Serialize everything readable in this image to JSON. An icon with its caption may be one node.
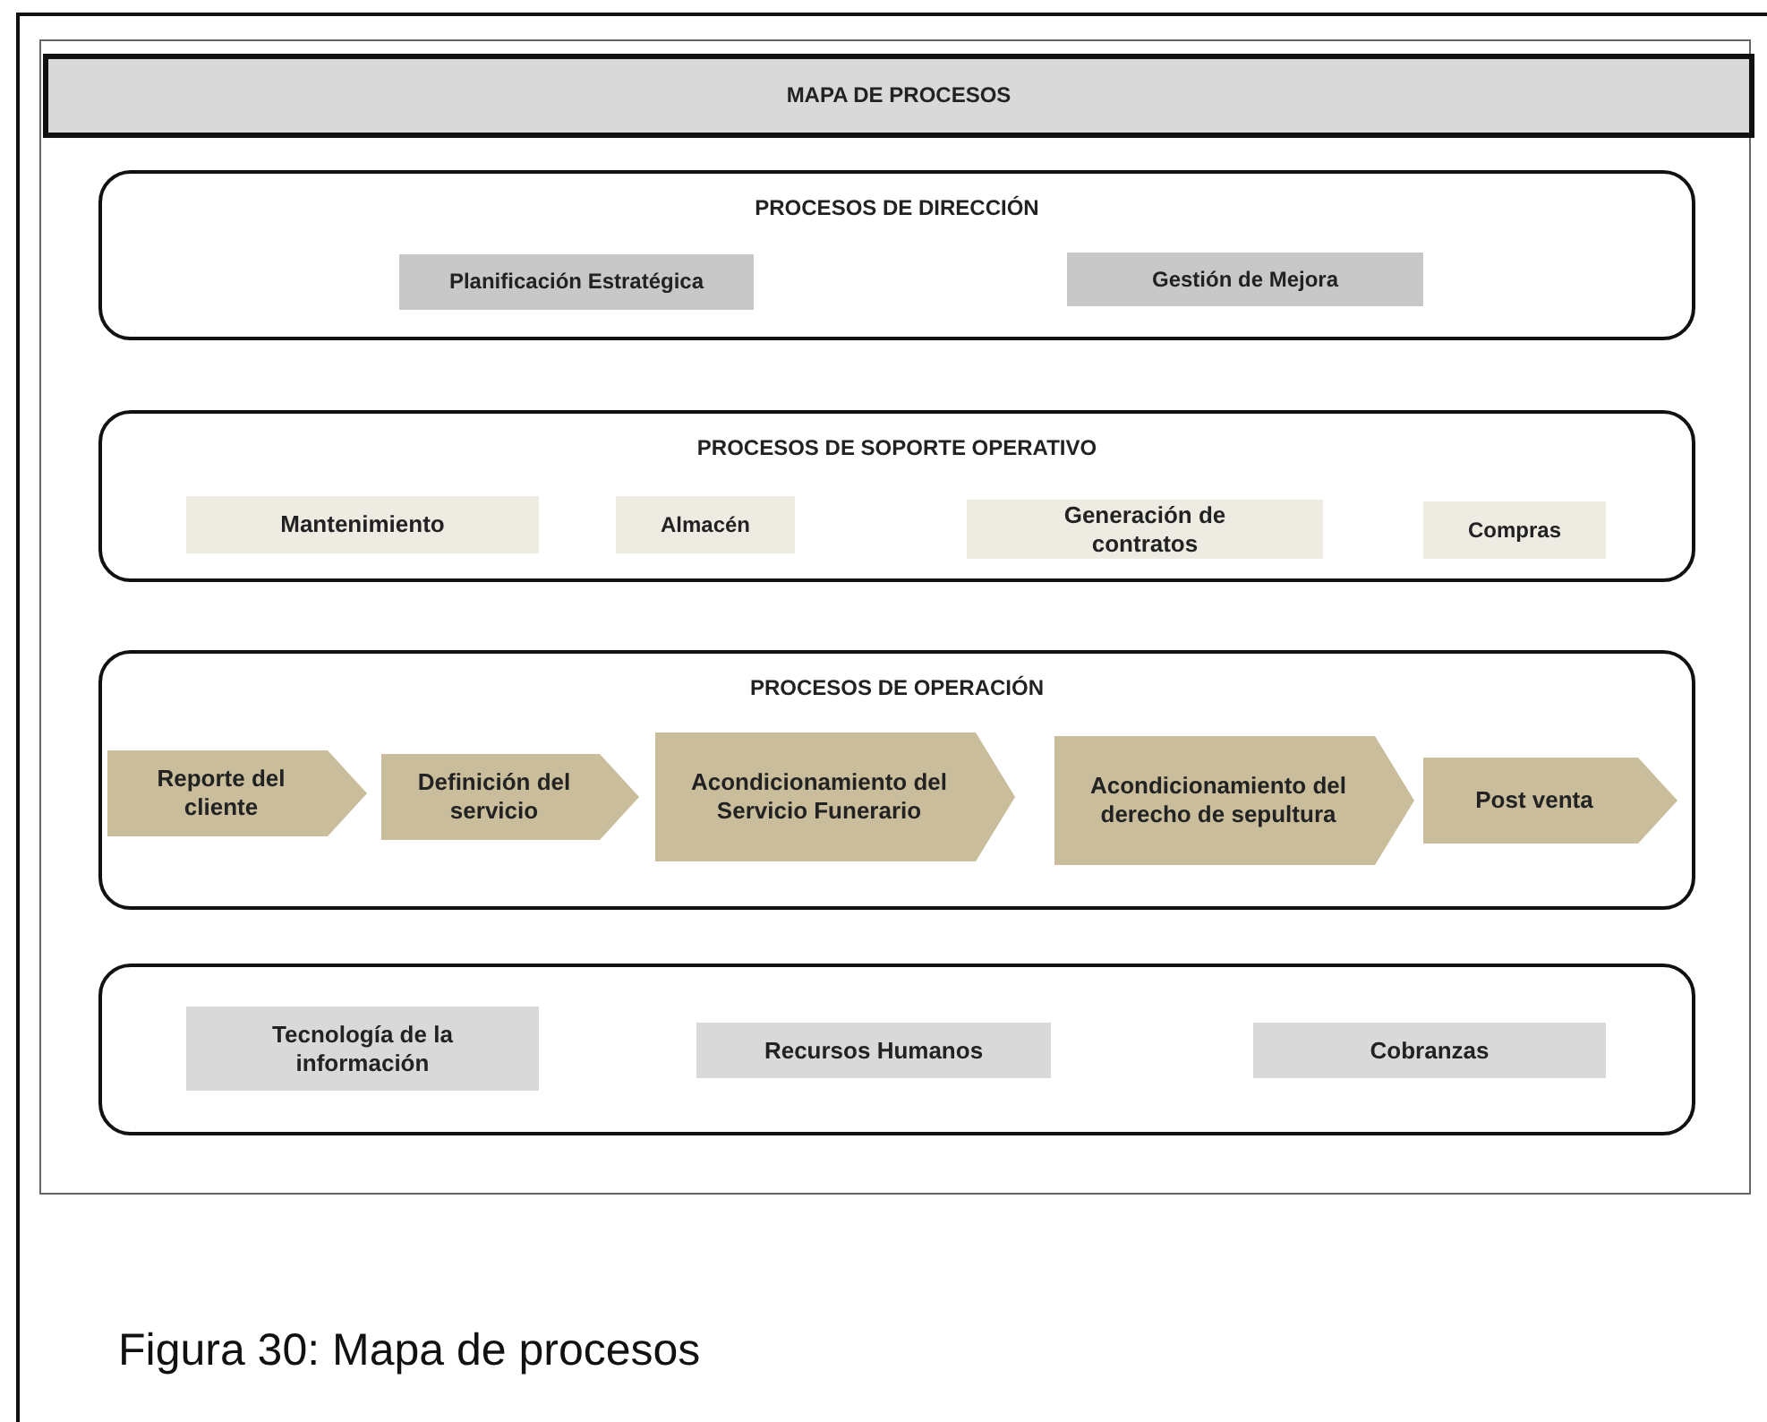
{
  "diagram": {
    "caption": "Figura 30: Mapa de procesos",
    "nodes": [
      {
        "text": [
          "MAPA DE PROCESOS"
        ]
      },
      {
        "text": [
          "PROCESOS DE DIRECCIÓN"
        ]
      },
      {
        "text": [
          "Planificación Estratégica"
        ],
        "in": 1
      },
      {
        "text": [
          "Gestión de Mejora"
        ],
        "in": 1
      },
      {
        "text": [
          "PROCESOS DE SOPORTE OPERATIVO"
        ]
      },
      {
        "text": [
          "Mantenimiento"
        ],
        "in": 4
      },
      {
        "text": [
          "Almacén"
        ],
        "in": 4
      },
      {
        "text": [
          "Generación de contratos"
        ],
        "in": 4
      },
      {
        "text": [
          "Compras"
        ],
        "in": 4
      },
      {
        "text": [
          "PROCESOS DE OPERACIÓN"
        ]
      },
      {
        "text": [
          "Reporte del cliente"
        ],
        "in": 9
      },
      {
        "text": [
          "Definición del servicio"
        ],
        "in": 9
      },
      {
        "text": [
          "Acondicionamiento del Servicio Funerario"
        ],
        "in": 9
      },
      {
        "text": [
          "Acondicionamiento del derecho de sepultura"
        ],
        "in": 9
      },
      {
        "text": [
          "Post venta"
        ],
        "in": 9
      },
      {
        "text": [],
        "shape": "box"
      },
      {
        "text": [
          "Tecnología de la información"
        ],
        "in": 15
      },
      {
        "text": [
          "Recursos Humanos"
        ],
        "in": 15
      },
      {
        "text": [
          "Cobranzas"
        ],
        "in": 15
      }
    ]
  }
}
